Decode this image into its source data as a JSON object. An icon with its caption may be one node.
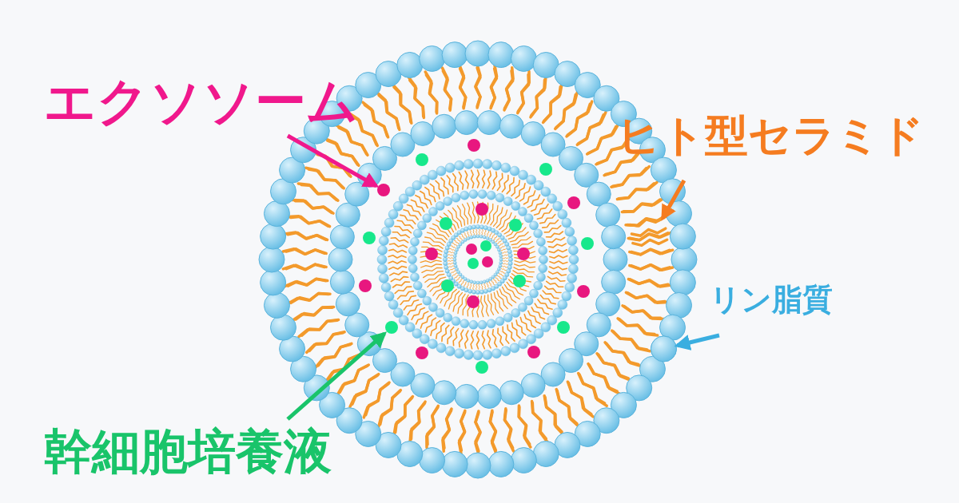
{
  "diagram": {
    "nodes": [
      {
        "text": [
          "エクソソーム"
        ]
      },
      {
        "text": [],
        "shape": "circle"
      },
      {
        "text": [
          "ヒト型セラミド"
        ]
      },
      {
        "text": [],
        "shape": "picture"
      },
      {
        "text": [
          "リン脂質"
        ]
      },
      {
        "text": [],
        "shape": "circle"
      },
      {
        "text": [
          "幹細胞培養液"
        ]
      },
      {
        "text": [],
        "shape": "circle"
      }
    ],
    "edges": [
      {
        "from": 0,
        "to": 1,
        "arrow": "to",
        "color": "#f0188c"
      },
      {
        "from": 2,
        "to": 3,
        "arrow": "to",
        "color": "#f57c20"
      },
      {
        "from": 4,
        "to": 5,
        "arrow": "to",
        "color": "#3aaee0"
      },
      {
        "from": 6,
        "to": 7,
        "arrow": "to",
        "color": "#19c46a"
      }
    ]
  }
}
